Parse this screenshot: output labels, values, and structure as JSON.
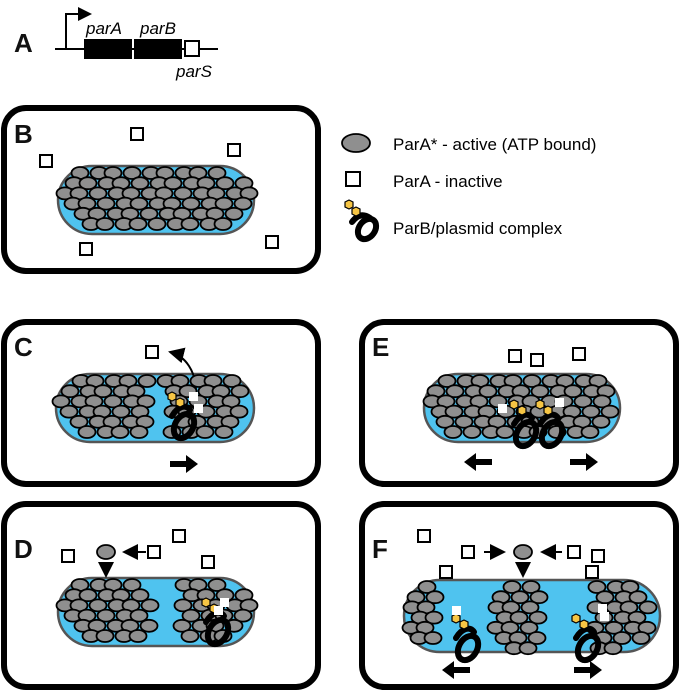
{
  "gene_map": {
    "panel_label": "A",
    "genes": [
      "parA",
      "parB"
    ],
    "site": "parS"
  },
  "legend": {
    "active": "ParA* - active (ATP bound)",
    "inactive": "ParA - inactive",
    "complex": "ParB/plasmid complex"
  },
  "panels": [
    {
      "label": "B"
    },
    {
      "label": "C"
    },
    {
      "label": "D"
    },
    {
      "label": "E"
    },
    {
      "label": "F"
    }
  ]
}
